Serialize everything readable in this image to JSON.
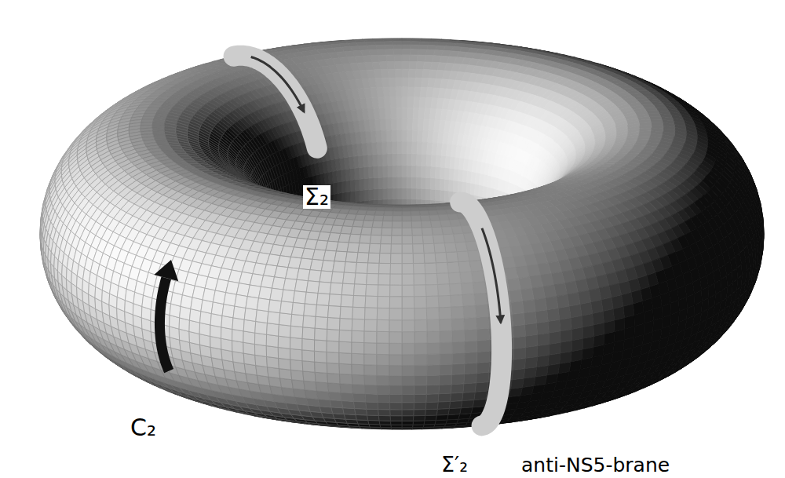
{
  "diagram": {
    "labels": [
      "Σ₂",
      "C₂",
      "Σ′₂",
      "anti-NS5-brane"
    ]
  }
}
